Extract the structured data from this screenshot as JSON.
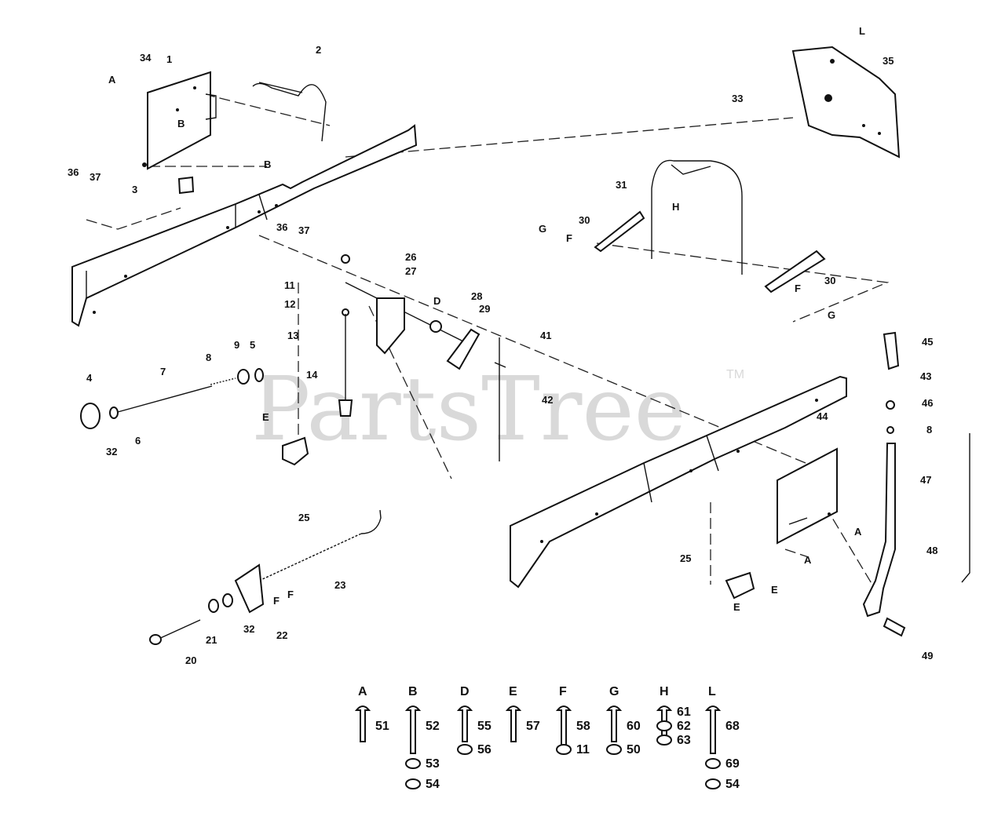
{
  "watermark": {
    "text": "PartsTree",
    "trademark": "TM"
  },
  "callouts": {
    "c1": "1",
    "c2": "2",
    "c3": "3",
    "c4": "4",
    "c5": "5",
    "c6": "6",
    "c7": "7",
    "c8": "8",
    "c9": "9",
    "c11": "11",
    "c12": "12",
    "c13": "13",
    "c14": "14",
    "c20": "20",
    "c21": "21",
    "c22": "22",
    "c23": "23",
    "c25a": "25",
    "c25b": "25",
    "c26": "26",
    "c27": "27",
    "c28": "28",
    "c29": "29",
    "c30a": "30",
    "c30b": "30",
    "c31": "31",
    "c32a": "32",
    "c32b": "32",
    "c33": "33",
    "c34": "34",
    "c35": "35",
    "c36a": "36",
    "c36b": "36",
    "c37a": "37",
    "c37b": "37",
    "c41": "41",
    "c42": "42",
    "c43": "43",
    "c44": "44",
    "c45": "45",
    "c46": "46",
    "c8b": "8",
    "c47": "47",
    "c48": "48",
    "c49": "49"
  },
  "hardware_refs": {
    "A1": "A",
    "B1": "B",
    "B2": "B",
    "D1": "D",
    "E1": "E",
    "E2": "E",
    "E3": "E",
    "F1": "F",
    "F2": "F",
    "F3": "F",
    "F4": "F",
    "G1": "G",
    "G2": "G",
    "H1": "H",
    "L1": "L",
    "A2": "A",
    "A3": "A"
  },
  "hardware_key": [
    {
      "letter": "A",
      "parts": [
        "51"
      ]
    },
    {
      "letter": "B",
      "parts": [
        "52",
        "53",
        "54"
      ]
    },
    {
      "letter": "D",
      "parts": [
        "55",
        "56"
      ]
    },
    {
      "letter": "E",
      "parts": [
        "57"
      ]
    },
    {
      "letter": "F",
      "parts": [
        "58",
        "11"
      ]
    },
    {
      "letter": "G",
      "parts": [
        "60",
        "50"
      ]
    },
    {
      "letter": "H",
      "parts": [
        "61",
        "62",
        "63"
      ]
    },
    {
      "letter": "L",
      "parts": [
        "68",
        "69",
        "54"
      ]
    }
  ]
}
